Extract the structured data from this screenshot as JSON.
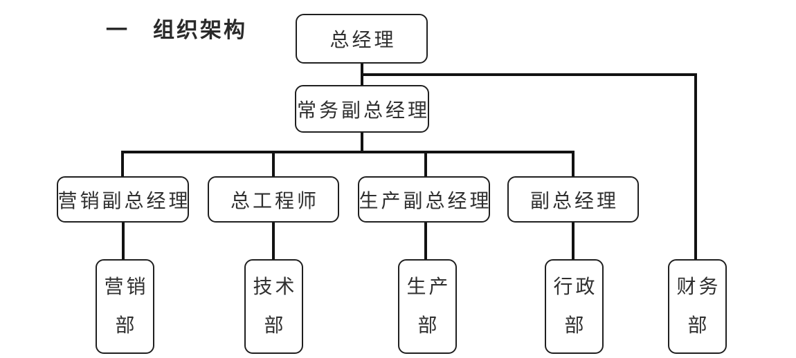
{
  "title": {
    "number": "一",
    "text": "组织架构"
  },
  "org": {
    "general_manager": {
      "label": "总经理"
    },
    "executive_deputy_gm": {
      "label": "常务副总经理"
    },
    "marketing_deputy_gm": {
      "label": "营销副总经理"
    },
    "chief_engineer": {
      "label": "总工程师"
    },
    "production_deputy_gm": {
      "label": "生产副总经理"
    },
    "deputy_gm": {
      "label": "副总经理"
    },
    "dept_marketing": {
      "line1": "营销",
      "line2": "部"
    },
    "dept_technology": {
      "line1": "技术",
      "line2": "部"
    },
    "dept_production": {
      "line1": "生产",
      "line2": "部"
    },
    "dept_admin": {
      "line1": "行政",
      "line2": "部"
    },
    "dept_finance": {
      "line1": "财务",
      "line2": "部"
    }
  },
  "colors": {
    "connector_line": "#121212",
    "box_border": "#1f1f1f",
    "text": "#2f2f2f",
    "background": "#ffffff"
  }
}
